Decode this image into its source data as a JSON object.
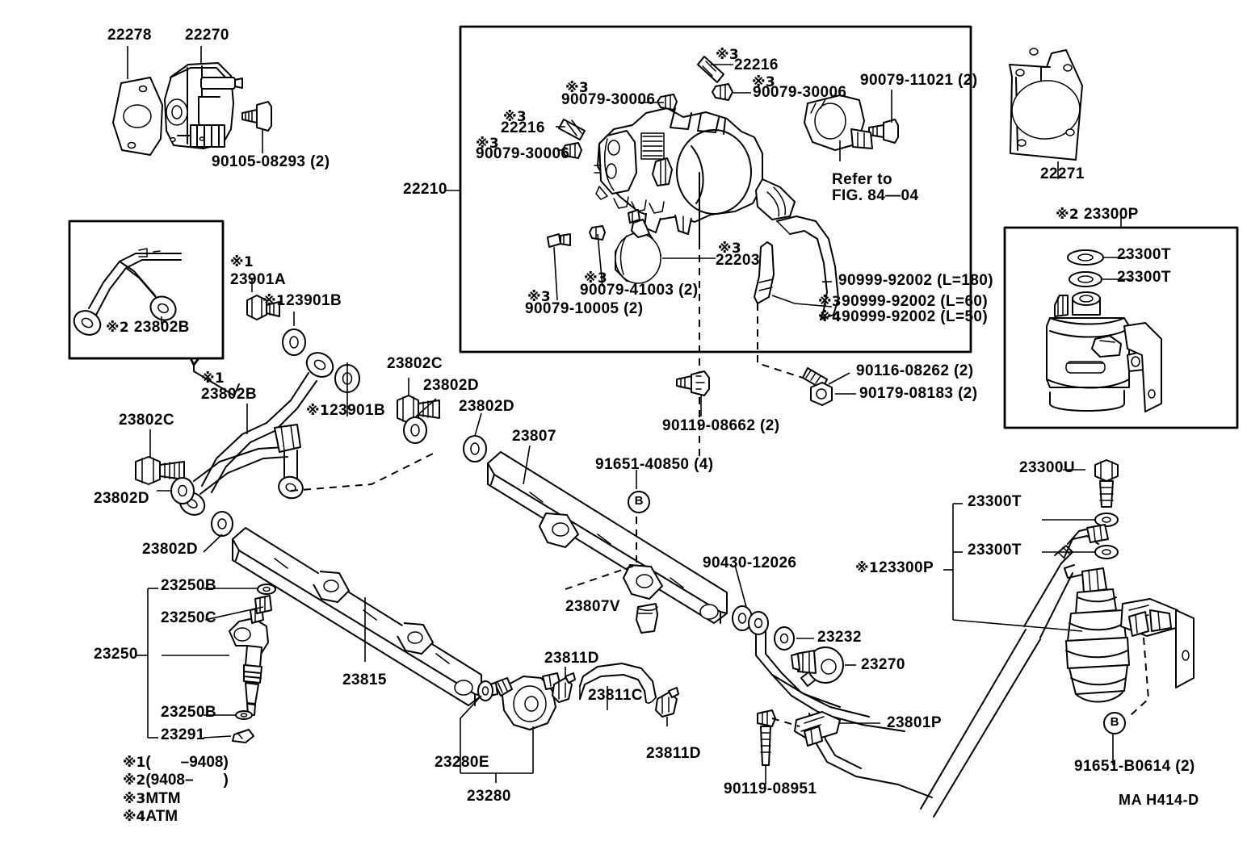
{
  "diagram": {
    "code": "MA H414-D",
    "title_area": "Toyota fuel injection system exploded parts diagram"
  },
  "legend": {
    "rows": [
      {
        "mark": "※1",
        "text": "(       –9408)"
      },
      {
        "mark": "※2",
        "text": "(9408–       )"
      },
      {
        "mark": "※3",
        "text": "MTM"
      },
      {
        "mark": "※4",
        "text": "ATM"
      }
    ]
  },
  "labels": {
    "l22278": "22278",
    "l22270": "22270",
    "l90105_08293": "90105-08293 (2)",
    "l22210": "22210",
    "l22216_top": "22216",
    "l90079_30006_top": "90079-30006",
    "l90079_30006_left_upper": "90079-30006",
    "l22216_left": "22216",
    "l90079_30006_left_lower": "90079-30006",
    "l90079_11021": "90079-11021 (2)",
    "refer_to_1": "Refer to",
    "refer_to_2": "FIG. 84—04",
    "l22203": "22203",
    "l90079_41003": "90079-41003 (2)",
    "l90079_10005": "90079-10005 (2)",
    "l90999_92002_180": "90999-92002 (L=180)",
    "l90999_92002_60": "90999-92002 (L=60)",
    "l90999_92002_50": "90999-92002 (L=50)",
    "l22271": "22271",
    "l23300P_box": "23300P",
    "l23300T_b1": "23300T",
    "l23300T_b2": "23300T",
    "l23901A": "23901A",
    "l23901B_upper": "23901B",
    "l23802B_box": "23802B",
    "l23802B_main": "23802B",
    "l23901B_lower": "23901B",
    "l23802C_upper": "23802C",
    "l23802C_left": "23802C",
    "l23802D_a": "23802D",
    "l23802D_b": "23802D",
    "l23802D_left": "23802D",
    "l23802D_low": "23802D",
    "l23807": "23807",
    "l91651_40850": "91651-40850 (4)",
    "l23807V": "23807V",
    "l90430_12026": "90430-12026",
    "l90119_08662": "90119-08662 (2)",
    "l90116_08262": "90116-08262 (2)",
    "l90179_08183": "90179-08183 (2)",
    "l23232": "23232",
    "l23270": "23270",
    "l23801P": "23801P",
    "l90119_08951": "90119-08951",
    "l23300U": "23300U",
    "l23300T_r1": "23300T",
    "l23300T_r2": "23300T",
    "l23300P_right": "23300P",
    "l91651_B0614": "91651-B0614 (2)",
    "l23250B_top": "23250B",
    "l23250C": "23250C",
    "l23250": "23250",
    "l23250B_bottom": "23250B",
    "l23291": "23291",
    "l23815": "23815",
    "l23280E": "23280E",
    "l23280": "23280",
    "l23811D_top": "23811D",
    "l23811C": "23811C",
    "l23811D_bottom": "23811D",
    "bcircle_1": "B",
    "bcircle_2": "B",
    "mark1": "※1",
    "mark2": "※2",
    "mark3": "※3",
    "mark4": "※4"
  },
  "colors": {
    "line": "#000000",
    "background": "#ffffff"
  }
}
